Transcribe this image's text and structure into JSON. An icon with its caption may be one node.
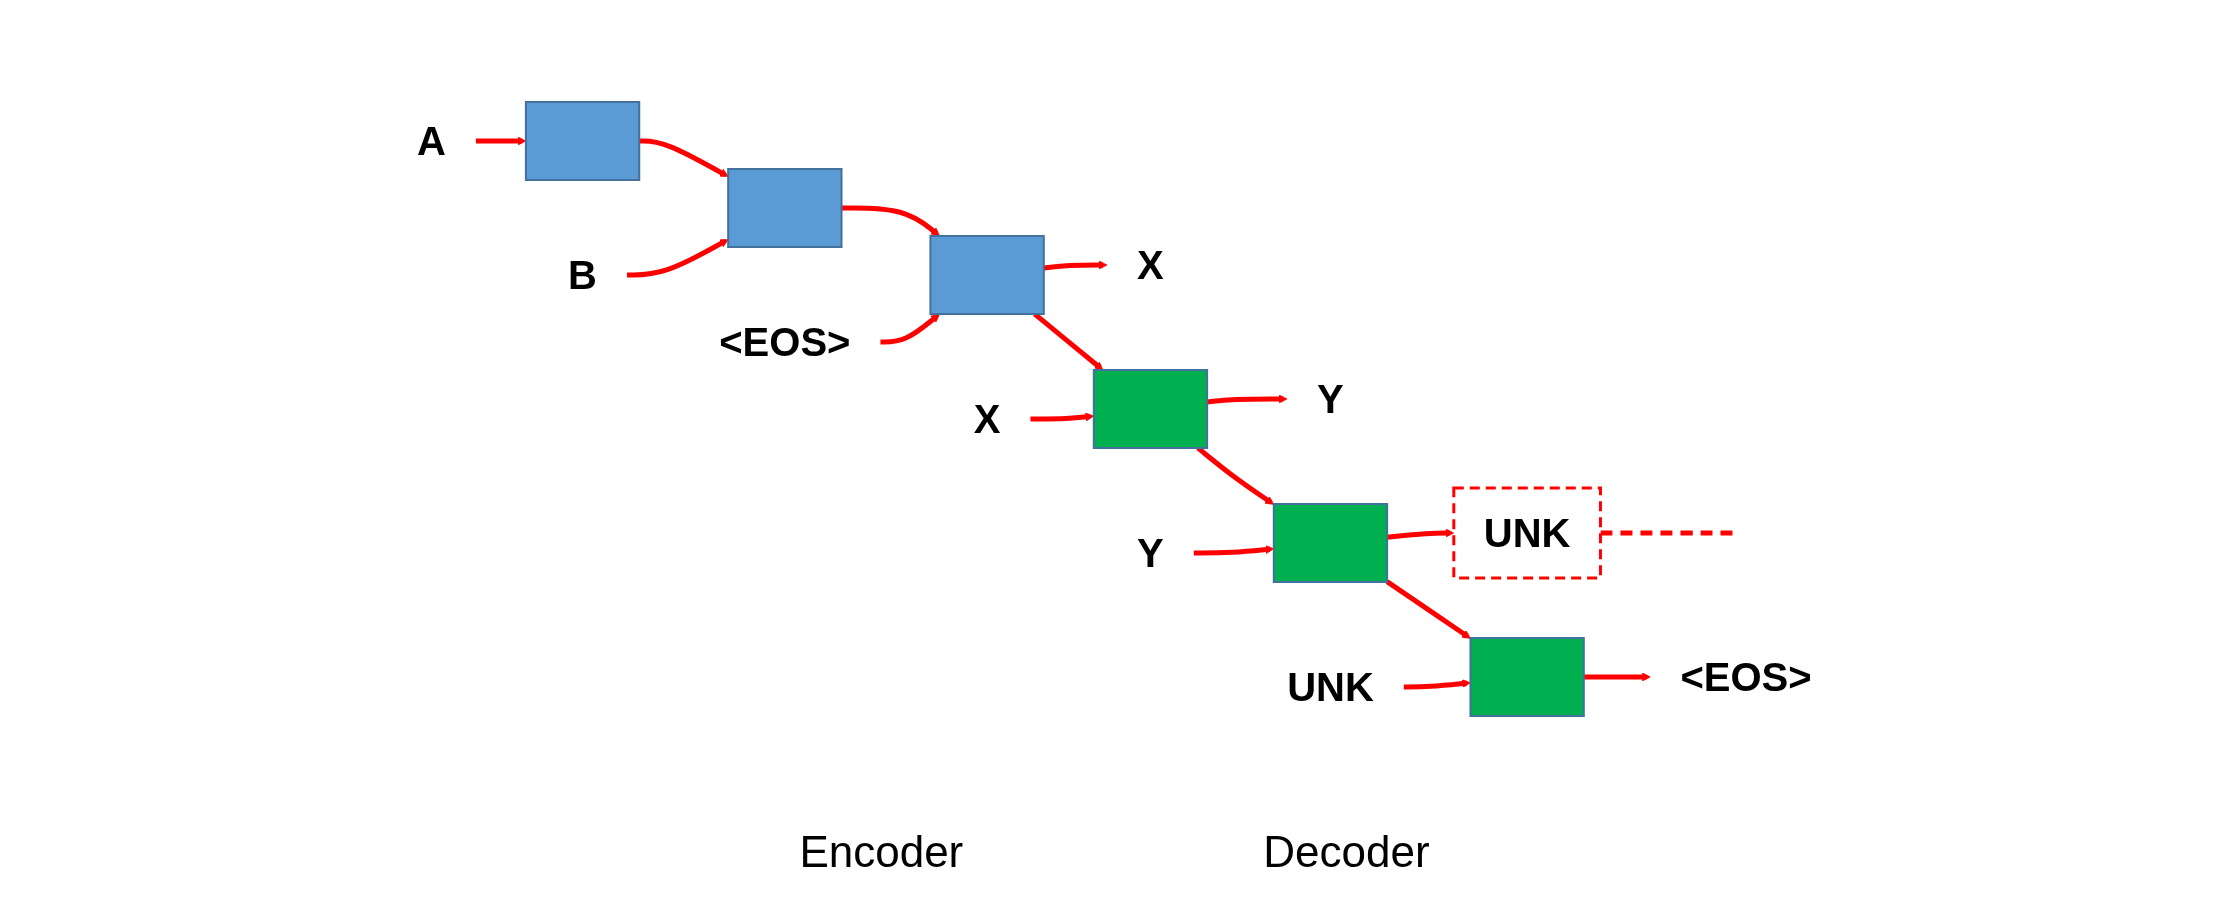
{
  "diagram": {
    "nodes": [
      {
        "text": [
          "X"
        ]
      },
      {
        "text": [
          "Y"
        ]
      },
      {
        "text": [
          "UNK"
        ]
      },
      {
        "text": [
          "<EOS>"
        ]
      },
      {
        "text": [],
        "shape": "box"
      },
      {
        "text": [],
        "shape": "box"
      },
      {
        "text": [],
        "shape": "box"
      },
      {
        "text": [],
        "shape": "box"
      },
      {
        "text": [],
        "shape": "box"
      },
      {
        "text": [],
        "shape": "box"
      },
      {
        "text": [
          "A"
        ]
      },
      {
        "text": [
          "B"
        ]
      },
      {
        "text": [
          "<EOS>"
        ]
      },
      {
        "text": [
          "X"
        ]
      },
      {
        "text": [
          "Y"
        ]
      },
      {
        "text": [
          "UNK"
        ]
      }
    ],
    "edges": [
      {
        "from": 4,
        "to": 5,
        "arrow": "to"
      },
      {
        "from": 5,
        "to": 6,
        "arrow": "to"
      },
      {
        "from": 6,
        "to": 7,
        "arrow": "to"
      },
      {
        "from": 7,
        "to": 8,
        "arrow": "to"
      },
      {
        "from": 8,
        "to": 9,
        "arrow": "to"
      },
      {
        "from": 10,
        "to": 4,
        "arrow": "to"
      },
      {
        "from": 11,
        "to": 5,
        "arrow": "to"
      },
      {
        "from": 12,
        "to": 6,
        "arrow": "to"
      },
      {
        "from": 13,
        "to": 7,
        "arrow": "to"
      },
      {
        "from": 14,
        "to": 8,
        "arrow": "to"
      },
      {
        "from": 15,
        "to": 9,
        "arrow": "to"
      },
      {
        "from": 6,
        "to": 0,
        "arrow": "to"
      },
      {
        "from": 7,
        "to": 1,
        "arrow": "to"
      },
      {
        "from": 8,
        "to": 2,
        "arrow": "to"
      },
      {
        "from": 9,
        "to": 3,
        "arrow": "to"
      },
      {
        "from": 2,
        "to": null,
        "arrow": "none",
        "style": "dashed"
      }
    ],
    "labels": [
      "Encoder",
      "Decoder"
    ]
  }
}
